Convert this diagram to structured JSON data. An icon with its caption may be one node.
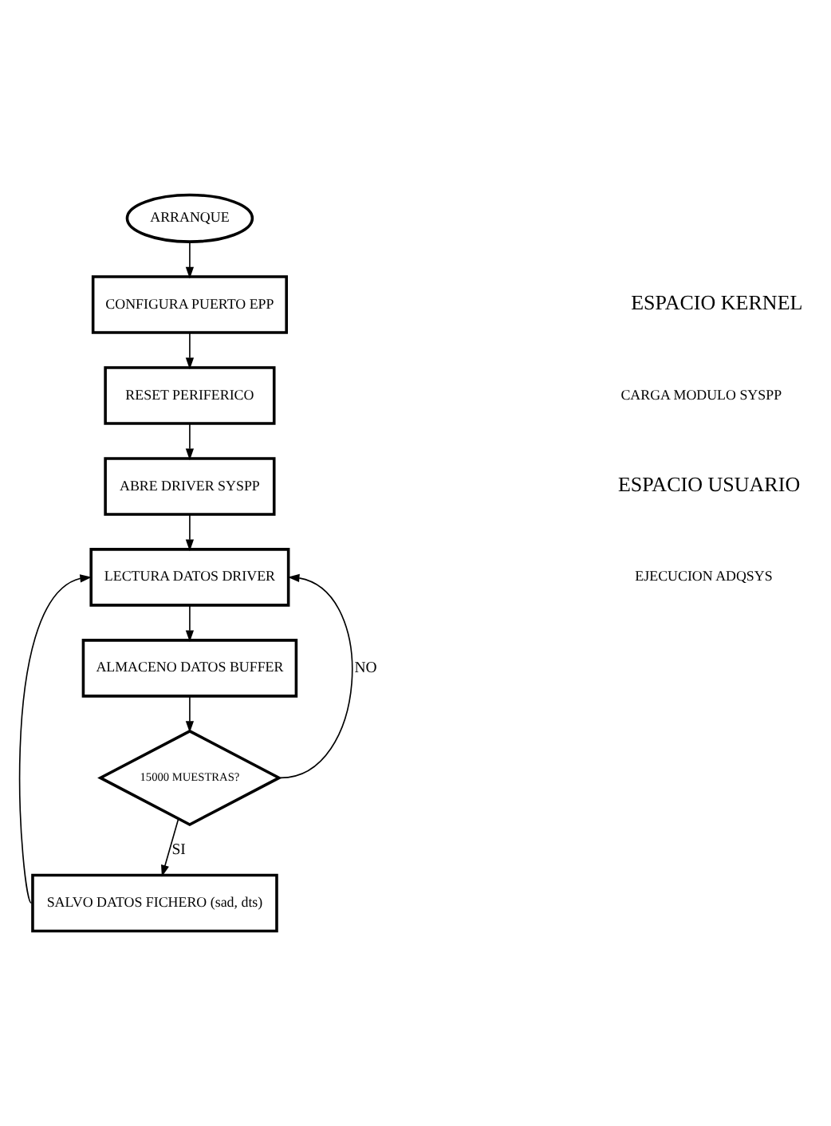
{
  "diagram": {
    "nodes": [
      {
        "text": [
          "ARRANQUE"
        ]
      },
      {
        "text": [
          "CONFIGURA PUERTO EPP"
        ]
      },
      {
        "text": [
          "RESET PERIFERICO"
        ]
      },
      {
        "text": [
          "ABRE DRIVER SYSPP"
        ]
      },
      {
        "text": [
          "LECTURA DATOS DRIVER"
        ]
      },
      {
        "text": [
          "ALMACENO DATOS BUFFER"
        ]
      },
      {
        "text": [
          "15000 MUESTRAS?"
        ]
      },
      {
        "text": [
          "SALVO DATOS FICHERO (sad, dts)"
        ]
      }
    ],
    "edges": [
      {
        "from": 0,
        "to": 1,
        "arrow": "to"
      },
      {
        "from": 1,
        "to": 2,
        "arrow": "to"
      },
      {
        "from": 2,
        "to": 3,
        "arrow": "to"
      },
      {
        "from": 3,
        "to": 4,
        "arrow": "to"
      },
      {
        "from": 4,
        "to": 5,
        "arrow": "to"
      },
      {
        "from": 5,
        "to": 6,
        "arrow": "to"
      },
      {
        "from": 6,
        "to": 4,
        "arrow": "to",
        "label": "NO"
      },
      {
        "from": 6,
        "to": 7,
        "arrow": "to",
        "label": "SI"
      },
      {
        "from": 7,
        "to": 4,
        "arrow": "to"
      }
    ],
    "labels": [
      "ESPACIO KERNEL",
      "CARGA MODULO SYSPP",
      "ESPACIO USUARIO",
      "EJECUCION ADQSYS"
    ]
  }
}
